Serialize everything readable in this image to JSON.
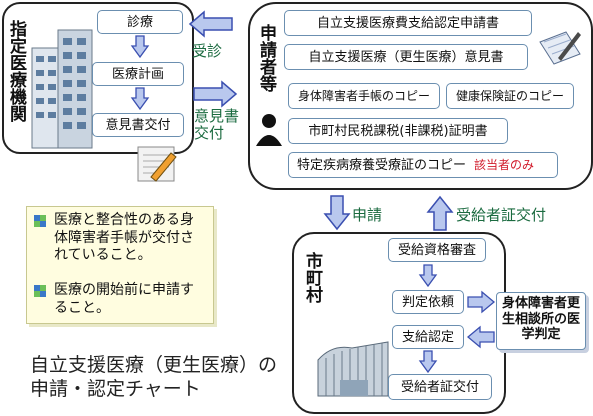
{
  "title": {
    "line1": "自立支援医療（更生医療）の",
    "line2": "申請・認定チャート"
  },
  "designated_facility": {
    "label": "指定医療機関",
    "steps": [
      "診療",
      "医療計画",
      "意見書交付"
    ]
  },
  "applicant": {
    "label": "申請者等",
    "documents": [
      "自立支援医療費支給認定申請書",
      "自立支援医療（更生医療）意見書",
      "身体障害者手帳のコピー",
      "健康保険証のコピー",
      "市町村民税課税(非課税)証明書",
      "特定疾病療養受療証のコピー"
    ],
    "applicable_note": "該当者のみ"
  },
  "flows": {
    "consult": "受診",
    "opinion_issue": "意見書交付",
    "apply": "申請",
    "certificate_issue": "受給者証交付"
  },
  "municipality": {
    "label": "市町村",
    "steps": [
      "受給資格審査",
      "判定依頼",
      "支給認定",
      "受給者証交付"
    ]
  },
  "rehab_center": "身体障害者更生相談所の医学判定",
  "notes": [
    "医療と整合性のある身体障害者手帳が交付されていること。",
    "医療の開始前に申請すること。"
  ],
  "colors": {
    "arrow_fill": "#b9c8ee",
    "arrow_stroke": "#3a4fb0",
    "box_border": "#6b8fb0",
    "flow_text": "#1b6b40",
    "note_bg": "#fffde0",
    "highlight_red": "#d11a2a",
    "bullet_blue": "#3a78c8",
    "bullet_green": "#6bbf59"
  }
}
